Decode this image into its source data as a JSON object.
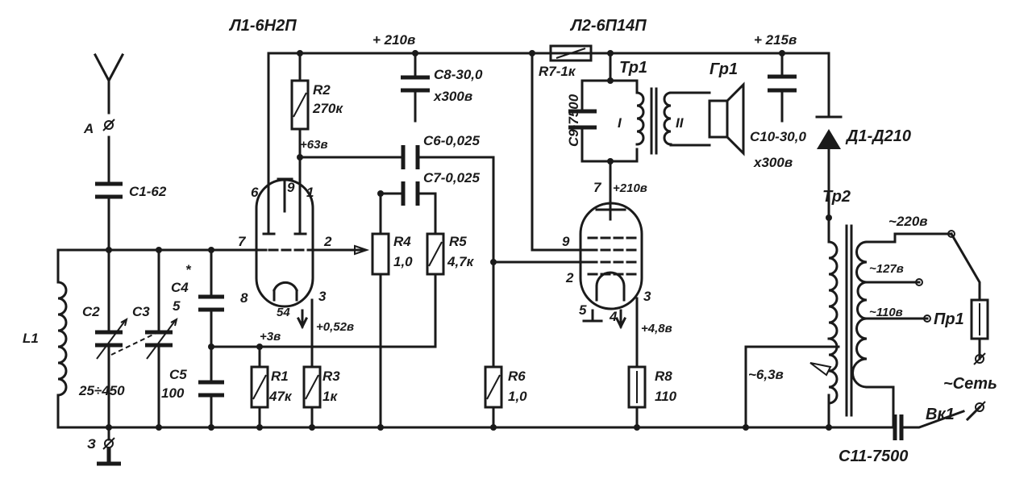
{
  "tubes": {
    "l1": "Л1-6Н2П",
    "l2": "Л2-6П14П"
  },
  "voltages": {
    "b210": "+ 210в",
    "b215": "+ 215в",
    "g63": "+63в",
    "a210": "+210в",
    "k3": "+3в",
    "k052": "+0,52в",
    "k48": "+4,8в",
    "h63": "~6,3в",
    "m220": "~220в",
    "m127": "~127в",
    "m110": "~110в",
    "mains": "~Сеть"
  },
  "components": {
    "c1": "С1-62",
    "c2": "С2",
    "c3": "С3",
    "c23val": "25÷450",
    "c4": "С4",
    "c4val": "5",
    "c4mark": "*",
    "c5": "С5",
    "c5val": "100",
    "c6": "С6-0,025",
    "c7": "С7-0,025",
    "c8": "С8-30,0",
    "c8v": "х300в",
    "c9": "С9-7500",
    "c10": "С10-30,0",
    "c10v": "х300в",
    "c11": "С11-7500",
    "r1": "R1",
    "r1val": "47к",
    "r2": "R2",
    "r2val": "270к",
    "r3": "R3",
    "r3val": "1к",
    "r4": "R4",
    "r4val": "1,0",
    "r5": "R5",
    "r5val": "4,7к",
    "r6": "R6",
    "r6val": "1,0",
    "r7": "R7-1к",
    "r8": "R8",
    "r8val": "110",
    "l1": "L1",
    "tr1": "Тр1",
    "tr2": "Тр2",
    "gr1": "Гр1",
    "d1": "Д1-Д210",
    "pr1": "Пр1",
    "vk1": "Вк1",
    "winding1": "I",
    "winding2": "II",
    "antenna": "А",
    "ground": "З"
  },
  "pins": {
    "p6": "6",
    "p9": "9",
    "p1": "1",
    "p7": "7",
    "p2": "2",
    "p8": "8",
    "p3": "3",
    "p54": "54",
    "q7": "7",
    "q9": "9",
    "q2": "2",
    "q5": "5",
    "q4": "4",
    "q3": "3"
  }
}
